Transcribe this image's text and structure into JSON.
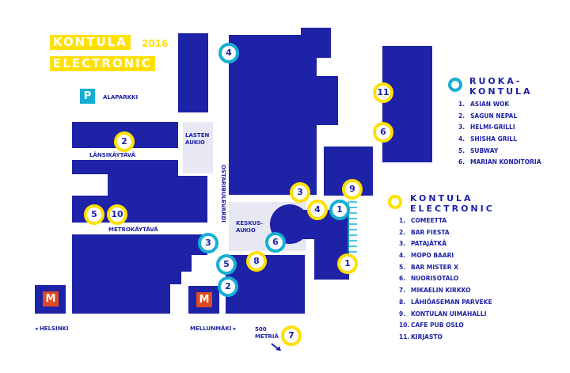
{
  "title": {
    "line1": "KONTULA",
    "line2": "ELECTRONIC",
    "year": "2016"
  },
  "parking": {
    "icon": "P",
    "label": "ALAPARKKI"
  },
  "metro": {
    "icon": "M"
  },
  "places": {
    "lansikaytava": "LÄNSIKÄYTÄVÄ",
    "metrokaytava": "METROKÄYTÄVÄ",
    "lasten_aukio": "LASTEN AUKIO",
    "keskusaukio": "KESKUS-AUKIO",
    "ostaribulevardi": "OSTARIBULEVARDI",
    "helsinki": "◂ HELSINKI",
    "mellunmaki": "MELLUNMÄKI ▸",
    "distance": "500 METRIÄ"
  },
  "markers": {
    "food": [
      "4",
      "3",
      "5",
      "2",
      "6",
      "1"
    ],
    "electronic": [
      "2",
      "5",
      "10",
      "3",
      "4",
      "9",
      "1",
      "8",
      "11",
      "6",
      "7"
    ]
  },
  "legend_food": {
    "title": "RUOKA-KONTULA",
    "items": [
      "ASIAN WOK",
      "SAGUN NEPAL",
      "HELMI-GRILLI",
      "SHISHA GRILL",
      "SUBWAY",
      "MARIAN KONDITORIA"
    ]
  },
  "legend_electronic": {
    "title": "KONTULA ELECTRONIC",
    "items": [
      "COMEETTA",
      "BAR FIESTA",
      "PATAJÄTKÄ",
      "MOPO BAARI",
      "BAR MISTER X",
      "NUORISOTALO",
      "MIKAELIN KIRKKO",
      "LÄHIÖASEMAN PARVEKE",
      "KONTULAN UIMAHALLI",
      "CAFE PUB OSLO",
      "KIRJASTO"
    ]
  },
  "colors": {
    "building": "#1e22a6",
    "square": "#e8e8f4",
    "yellow": "#ffe000",
    "cyan": "#17aed4",
    "metro": "#e04a1f"
  }
}
